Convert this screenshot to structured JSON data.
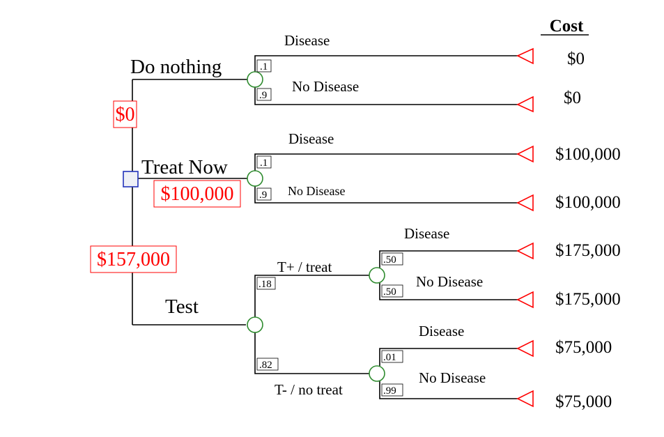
{
  "colors": {
    "line": "#000000",
    "chance_node": "#2e8b2e",
    "decision_node_stroke": "#2233bb",
    "decision_node_fill": "#eef0f6",
    "terminal": "#ff0000",
    "value": "#ff0000"
  },
  "header": {
    "cost_label": "Cost"
  },
  "options": {
    "do_nothing": {
      "label": "Do nothing",
      "value": "$0"
    },
    "treat_now": {
      "label": "Treat Now",
      "value": "$100,000"
    },
    "test": {
      "label": "Test",
      "value": "$157,000"
    }
  },
  "branches": {
    "dn_disease": {
      "label": "Disease",
      "prob": ".1",
      "cost": "$0"
    },
    "dn_nodisease": {
      "label": "No Disease",
      "prob": ".9",
      "cost": "$0"
    },
    "tn_disease": {
      "label": "Disease",
      "prob": ".1",
      "cost": "$100,000"
    },
    "tn_nodisease": {
      "label": "No Disease",
      "prob": ".9",
      "cost": "$100,000"
    },
    "t_pos": {
      "label": "T+ / treat",
      "prob": ".18"
    },
    "t_neg": {
      "label": "T- / no treat",
      "prob": ".82"
    },
    "tp_disease": {
      "label": "Disease",
      "prob": ".50",
      "cost": "$175,000"
    },
    "tp_nodisease": {
      "label": "No Disease",
      "prob": ".50",
      "cost": "$175,000"
    },
    "tneg_disease": {
      "label": "Disease",
      "prob": ".01",
      "cost": "$75,000"
    },
    "tneg_nodisease": {
      "label": "No Disease",
      "prob": ".99",
      "cost": "$75,000"
    }
  }
}
